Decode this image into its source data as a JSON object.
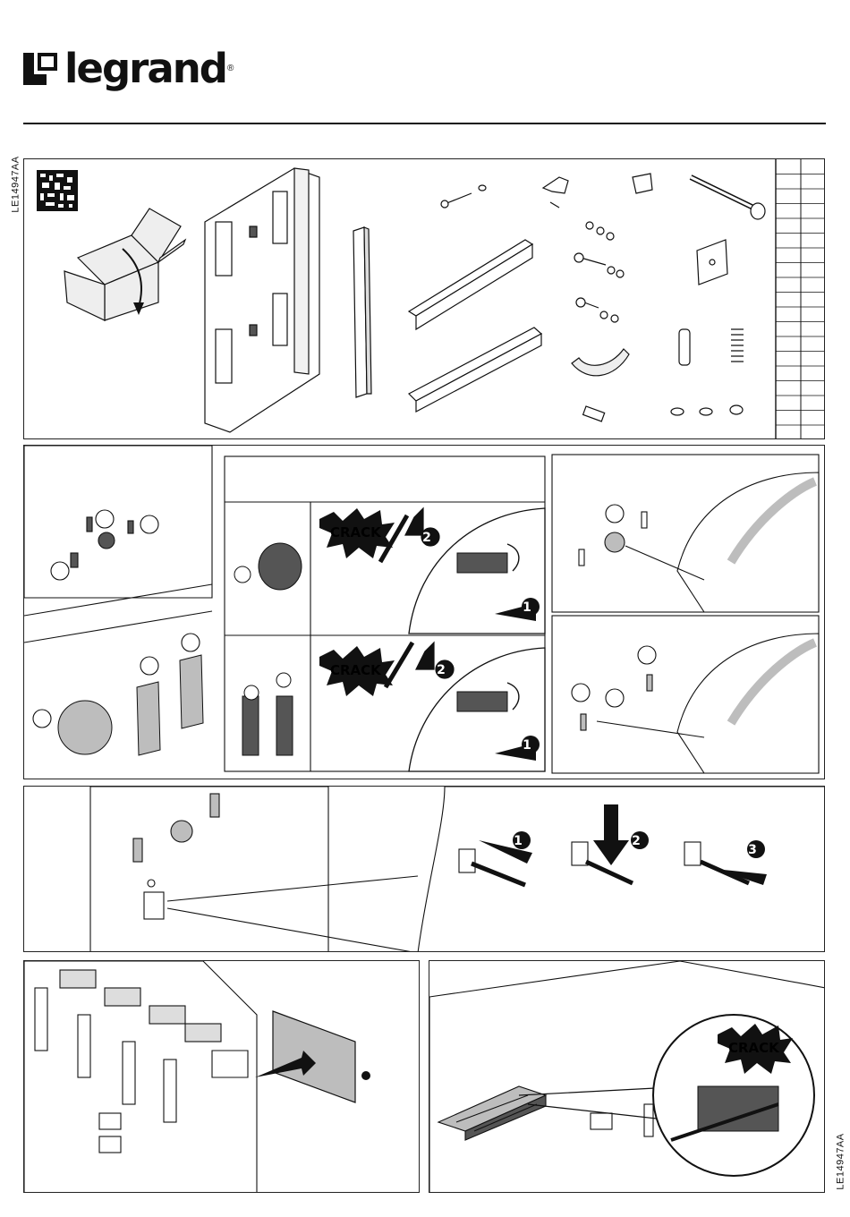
{
  "header": {
    "brand_name": "legrand",
    "registered_mark": "®"
  },
  "document": {
    "reference_left": "LE14947AA",
    "reference_right": "LE14947AA"
  },
  "callouts": {
    "crack_label_1": "CRACK",
    "crack_label_2": "CRACK",
    "crack_label_3": "CRACK",
    "step_1": "1",
    "step_2": "2",
    "step_3": "3"
  },
  "colors": {
    "ink": "#111111",
    "gray_part": "#bdbdbd",
    "dark_part": "#555555"
  }
}
